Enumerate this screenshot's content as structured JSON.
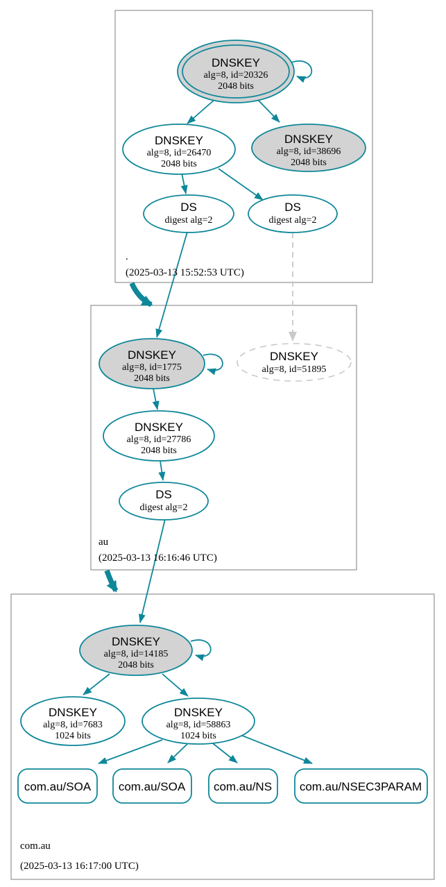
{
  "colors": {
    "accent_teal": "#0e8799",
    "node_fill_gray": "#d3d3d3",
    "insecure_gray": "#c9c9c9",
    "zone_border_gray": "#7d7d7d"
  },
  "zones": {
    "root": {
      "label": ".",
      "timestamp": "(2025-03-13 15:52:53 UTC)",
      "nodes": {
        "ksk20326": {
          "title": "DNSKEY",
          "attr1": "alg=8, id=20326",
          "attr2": "2048 bits"
        },
        "key26470": {
          "title": "DNSKEY",
          "attr1": "alg=8, id=26470",
          "attr2": "2048 bits"
        },
        "key38696": {
          "title": "DNSKEY",
          "attr1": "alg=8, id=38696",
          "attr2": "2048 bits"
        },
        "ds_left": {
          "title": "DS",
          "attr1": "digest alg=2"
        },
        "ds_right": {
          "title": "DS",
          "attr1": "digest alg=2"
        }
      }
    },
    "au": {
      "label": "au",
      "timestamp": "(2025-03-13 16:16:46 UTC)",
      "nodes": {
        "ksk1775": {
          "title": "DNSKEY",
          "attr1": "alg=8, id=1775",
          "attr2": "2048 bits"
        },
        "key51895": {
          "title": "DNSKEY",
          "attr1": "alg=8, id=51895"
        },
        "key27786": {
          "title": "DNSKEY",
          "attr1": "alg=8, id=27786",
          "attr2": "2048 bits"
        },
        "ds": {
          "title": "DS",
          "attr1": "digest alg=2"
        }
      }
    },
    "comau": {
      "label": "com.au",
      "timestamp": "(2025-03-13 16:17:00 UTC)",
      "nodes": {
        "ksk14185": {
          "title": "DNSKEY",
          "attr1": "alg=8, id=14185",
          "attr2": "2048 bits"
        },
        "key7683": {
          "title": "DNSKEY",
          "attr1": "alg=8, id=7683",
          "attr2": "1024 bits"
        },
        "key58863": {
          "title": "DNSKEY",
          "attr1": "alg=8, id=58863",
          "attr2": "1024 bits"
        }
      },
      "rrsets": [
        {
          "label": "com.au/SOA"
        },
        {
          "label": "com.au/SOA"
        },
        {
          "label": "com.au/NS"
        },
        {
          "label": "com.au/NSEC3PARAM"
        }
      ]
    }
  }
}
